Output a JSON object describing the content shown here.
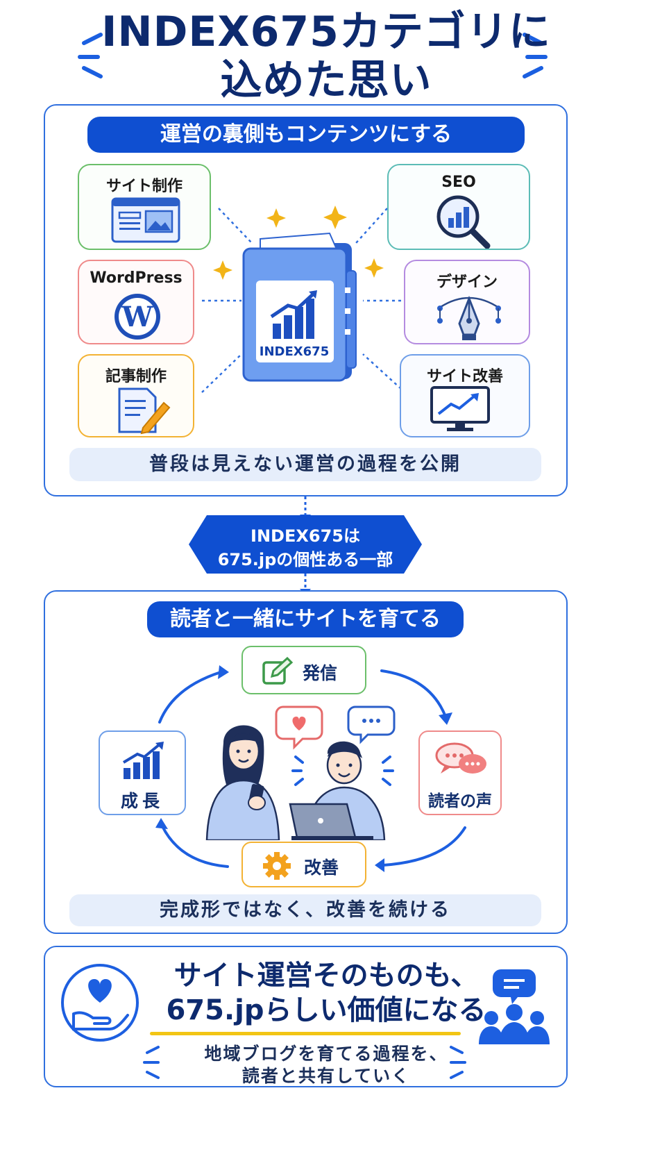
{
  "title": {
    "line1": "INDEX675カテゴリに",
    "line2": "込めた思い"
  },
  "section1": {
    "heading": "運営の裏側もコンテンツにする",
    "cards": [
      {
        "label": "サイト制作",
        "icon": "website-layout-icon"
      },
      {
        "label": "WordPress",
        "icon": "wordpress-icon"
      },
      {
        "label": "記事制作",
        "icon": "document-pencil-icon"
      },
      {
        "label": "SEO",
        "icon": "magnifier-chart-icon"
      },
      {
        "label": "デザイン",
        "icon": "pen-tool-icon"
      },
      {
        "label": "サイト改善",
        "icon": "monitor-chart-icon"
      }
    ],
    "center_label": "INDEX675",
    "footer": "普段は見えない運営の過程を公開"
  },
  "bridge": {
    "line1": "INDEX675は",
    "line2": "675.jpの個性ある一部"
  },
  "section2": {
    "heading": "読者と一緒にサイトを育てる",
    "cycle": [
      {
        "label": "発信",
        "icon": "edit-square-icon"
      },
      {
        "label": "読者の声",
        "icon": "chat-bubbles-icon"
      },
      {
        "label": "改善",
        "icon": "gear-icon"
      },
      {
        "label": "成長",
        "icon": "growth-chart-icon"
      }
    ],
    "footer": "完成形ではなく、改善を続ける"
  },
  "section3": {
    "headline1": "サイト運営そのものも、",
    "headline2": "675.jpらしい価値になる",
    "sub1": "地域ブログを育てる過程を、",
    "sub2": "読者と共有していく"
  },
  "colors": {
    "primary": "#0f4fd1",
    "panel_border": "#2f6fdf",
    "green": "#6bbf6a",
    "red": "#ef8a8a",
    "orange": "#f3b233",
    "teal": "#5cbcb6",
    "purple": "#b48be0",
    "blue_light": "#6e9ee8",
    "subbar": "#e6eefb"
  }
}
